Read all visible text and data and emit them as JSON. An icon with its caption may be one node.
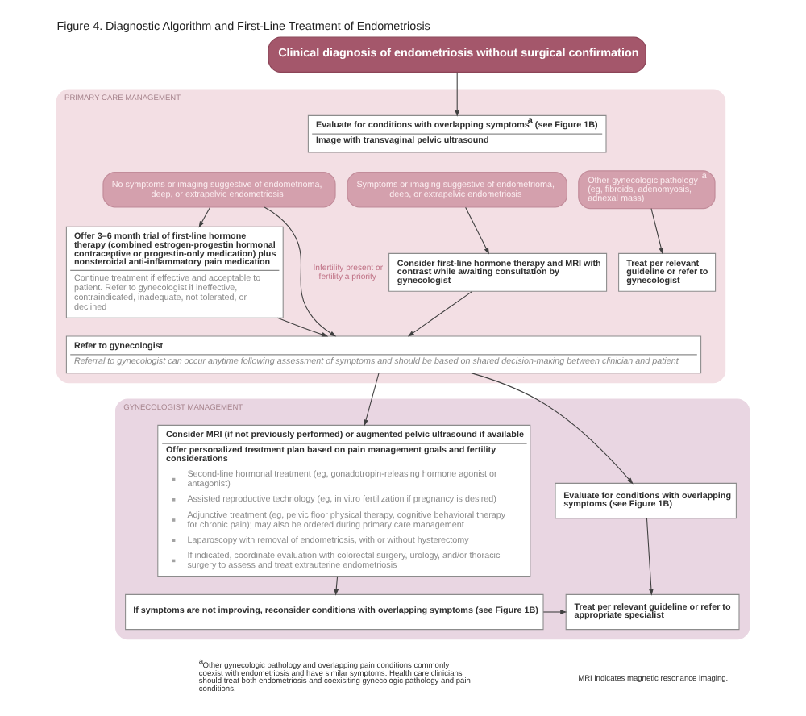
{
  "diagram": {
    "title": "Figure 4. Diagnostic Algorithm and First-Line Treatment of Endometriosis",
    "nodes": [
      {
        "text": [
          "Clinical diagnosis of endometriosis without surgical confirmation"
        ]
      },
      {
        "text": [
          "PRIMARY CARE MANAGEMENT"
        ]
      },
      {
        "text": [
          "Evaluate for conditions with overlapping symptoms$^{a}$ (see Figure 1B)",
          "Image with transvaginal pelvic ultrasound"
        ],
        "in": 1
      },
      {
        "text": [
          "No symptoms or imaging suggestive of endometrioma, deep, or extrapelvic endometriosis"
        ],
        "in": 1
      },
      {
        "text": [
          "Symptoms or imaging suggestive of endometrioma, deep, or extrapelvic endometriosis"
        ],
        "in": 1
      },
      {
        "text": [
          "Other gynecologic pathology$^{a}$ (eg, fibroids, adenomyosis, adnexal mass)"
        ],
        "in": 1
      },
      {
        "text": [
          "Offer 3–6 month trial of first-line hormone therapy (combined estrogen-progestin hormonal contraceptive or progestin-only medication) plus nonsteroidal anti-inflammatory pain medication",
          "Continue treatment if effective and acceptable to patient. Refer to gynecologist if ineffective, contraindicated, inadequate, not tolerated, or declined"
        ],
        "in": 1
      },
      {
        "text": [
          "Consider first-line hormone therapy and MRI with contrast while awaiting consultation by gynecologist"
        ],
        "in": 1
      },
      {
        "text": [
          "Treat per relevant guideline or refer to gynecologist"
        ],
        "in": 1
      },
      {
        "text": [
          "Refer to gynecologist",
          "Referral to gynecologist can occur anytime following assessment of symptoms and should be based on shared decision-making between clinician and patient"
        ],
        "in": 1
      },
      {
        "text": [
          "GYNECOLOGIST MANAGEMENT"
        ]
      },
      {
        "text": [
          "Consider MRI (if not previously performed) or augmented pelvic ultrasound if available",
          "Offer personalized treatment plan based on pain management goals and fertility considerations",
          "Second-line hormonal treatment (eg, gonadotropin-releasing hormone agonist or antagonist)",
          "Assisted reproductive technology (eg, in vitro fertilization if pregnancy is desired)",
          "Adjunctive treatment (eg, pelvic floor physical therapy, cognitive behavioral therapy for chronic pain); may also be ordered during primary care management",
          "Laparoscopy with removal of endometriosis, with or without hysterectomy",
          "If indicated, coordinate evaluation with colorectal surgery, urology, and/or thoracic surgery to assess and treat extrauterine endometriosis"
        ],
        "in": 10
      },
      {
        "text": [
          "Evaluate for conditions with overlapping symptoms (see Figure 1B)"
        ],
        "in": 10
      },
      {
        "text": [
          "If symptoms are not improving, reconsider conditions with overlapping symptoms (see Figure 1B)"
        ],
        "in": 10
      },
      {
        "text": [
          "Treat per relevant guideline or refer to appropriate specialist"
        ],
        "in": 10
      }
    ],
    "edges": [
      {
        "from": 0,
        "to": 2,
        "arrow": "to"
      },
      {
        "from": 3,
        "to": 6,
        "arrow": "to"
      },
      {
        "from": 3,
        "to": 9,
        "arrow": "to",
        "label": "Infertility present or fertility a priority"
      },
      {
        "from": 4,
        "to": 7,
        "arrow": "to"
      },
      {
        "from": 5,
        "to": 8,
        "arrow": "to"
      },
      {
        "from": 6,
        "to": 9,
        "arrow": "to"
      },
      {
        "from": 7,
        "to": 9,
        "arrow": "to"
      },
      {
        "from": 9,
        "to": 11,
        "arrow": "to"
      },
      {
        "from": 9,
        "to": 12,
        "arrow": "to"
      },
      {
        "from": 11,
        "to": 13,
        "arrow": "to"
      },
      {
        "from": 12,
        "to": 14,
        "arrow": "to"
      },
      {
        "from": 13,
        "to": 14,
        "arrow": "to"
      }
    ],
    "labels": [
      "$^{a}$Other gynecologic pathology and overlapping pain conditions commonly coexist with endometriosis and have similar symptoms. Health care clinicians should treat both endometriosis and coexisiting gynecologic pathology and pain conditions.",
      "MRI indicates magnetic resonance imaging."
    ]
  }
}
